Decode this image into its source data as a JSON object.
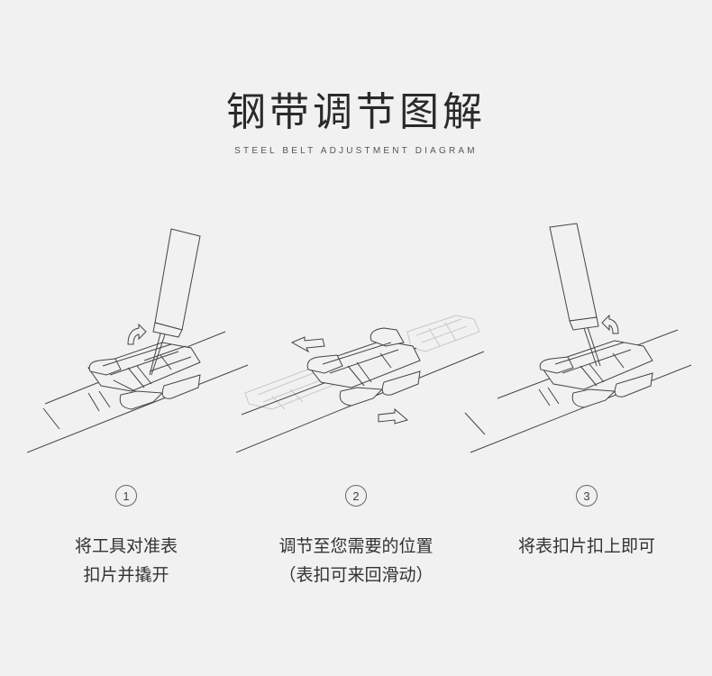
{
  "header": {
    "title": "钢带调节图解",
    "subtitle": "STEEL BELT ADJUSTMENT DIAGRAM"
  },
  "steps": [
    {
      "number": "1",
      "line1": "将工具对准表",
      "line2": "扣片并撬开"
    },
    {
      "number": "2",
      "line1": "调节至您需要的位置",
      "line2": "（表扣可来回滑动）"
    },
    {
      "number": "3",
      "line1": "将表扣片扣上即可",
      "line2": ""
    }
  ],
  "icons": {
    "tool": "pry-tool-icon",
    "arrow_curved": "curved-arrow-icon",
    "arrow_left": "left-arrow-icon",
    "arrow_right": "right-arrow-icon"
  },
  "colors": {
    "background": "#f1f1f1",
    "line": "#444444",
    "ghost_line": "#c8c8c8"
  }
}
